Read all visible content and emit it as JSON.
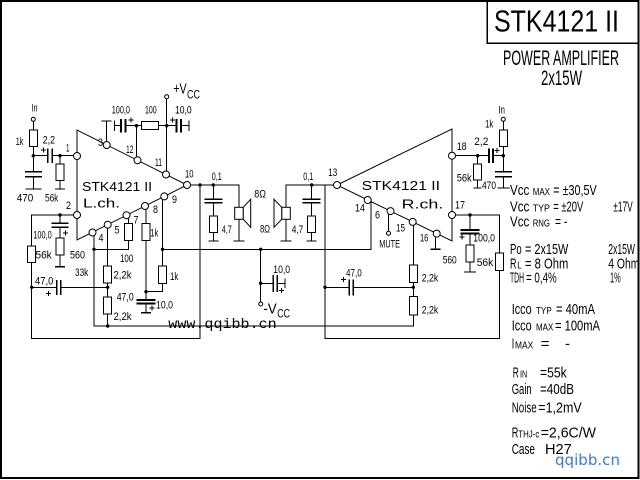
{
  "title_block": {
    "part_number": "STK4121 II",
    "description": "POWER AMPLIFIER",
    "rating": "2x15W"
  },
  "schematic": {
    "ic": {
      "left": {
        "part": "STK4121 II",
        "channel": "L.ch."
      },
      "right": {
        "part": "STK4121 II",
        "channel": "R.ch."
      }
    },
    "pins": {
      "left": [
        "1",
        "2",
        "3",
        "4",
        "5",
        "7",
        "8",
        "9",
        "10",
        "11",
        "12"
      ],
      "right": [
        "13",
        "14",
        "6",
        "15",
        "16",
        "17",
        "18"
      ]
    },
    "terminals": {
      "input_left": "In",
      "input_right": "In",
      "vcc_pos": "+V",
      "vcc_pos_sub": "CC",
      "vcc_neg": "-V",
      "vcc_neg_sub": "CC",
      "mute": "MUTE"
    },
    "supply": {
      "c_pin12": "100,0",
      "r_pin12": "100",
      "c_vcc_pos": "10,0",
      "c_vcc_neg": "10,0"
    },
    "left_channel": {
      "r_input": "1k",
      "c_input": "2,2",
      "c_input_shunt": "470",
      "r_input_bias": "56k",
      "c_nf": "100,0",
      "r_nf": "560",
      "r_feedback": "56k",
      "c_bootstrap": "47,0",
      "r_33k": "33k",
      "r_pin7": "100",
      "r_pin5_upper": "2,2k",
      "r_pin5_lower": "2,2k",
      "r_pin8": "1k",
      "r_pin9": "1k",
      "c_pin8_label_a": "47,0",
      "c_pin8_label_b": "10,0",
      "c_zobel": "0,1",
      "r_zobel": "4,7",
      "speaker": "8Ω"
    },
    "right_channel": {
      "r_input": "1k",
      "c_input": "2,2",
      "c_input_shunt": "470",
      "r_input_bias": "56k",
      "c_nf": "100,0",
      "r_nf": "560",
      "r_feedback": "56k",
      "c_bootstrap": "47,0",
      "r_pin15_upper": "2,2k",
      "r_pin15_lower": "2,2k",
      "c_zobel": "0,1",
      "r_zobel": "4,7",
      "speaker": "8Ω"
    }
  },
  "specs": [
    {
      "param": "Vcc",
      "qualifier": "MAX",
      "value": "= ±30,5V"
    },
    {
      "param": "Vcc",
      "qualifier": "TYP",
      "value": "= ±20V",
      "value_alt": "±17V"
    },
    {
      "param": "Vcc",
      "qualifier": "RNG",
      "value": "= -"
    },
    {
      "param": "Po",
      "value": "= 2x15W",
      "value_alt": "2x15W"
    },
    {
      "param": "R",
      "qualifier": "L",
      "value": "= 8 Ohm",
      "value_alt": "4 Ohm"
    },
    {
      "param": "TDH",
      "value": "= 0,4%",
      "value_alt": "1%"
    },
    {
      "param": "Icco",
      "qualifier": "TYP",
      "value": "= 40mA"
    },
    {
      "param": "Icco",
      "qualifier": "MAX",
      "value": "= 100mA"
    },
    {
      "param": "I",
      "qualifier": "MAX",
      "value": "= -"
    },
    {
      "param": "R",
      "qualifier": "IN",
      "value": "=55k"
    },
    {
      "param": "Gain",
      "value": "=40dB"
    },
    {
      "param": "Noise",
      "value": "=1,2mV"
    },
    {
      "param": "R",
      "qualifier": "THJ-c",
      "value": "=2,6C/W"
    },
    {
      "param": "Case",
      "value": "H27"
    }
  ],
  "watermarks": {
    "center": "www.qqibb.cn",
    "corner": "qqibb.cn"
  },
  "colors": {
    "ink": "#000000",
    "background": "#ffffff",
    "watermark_corner": "#4479c2"
  }
}
